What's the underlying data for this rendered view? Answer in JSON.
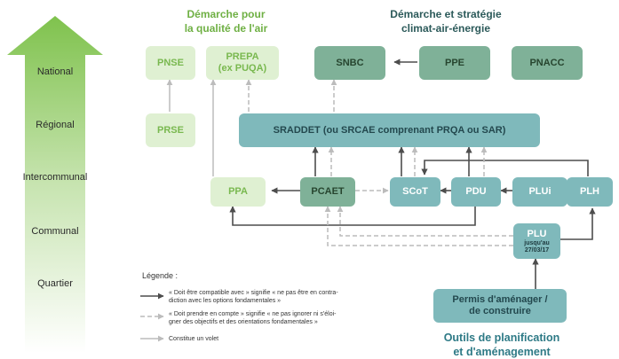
{
  "levels": [
    "National",
    "Régional",
    "Intercommunal",
    "Communal",
    "Quartier"
  ],
  "headers": {
    "air": "Démarche pour\nla qualité de l'air",
    "climat": "Démarche et stratégie\nclimat-air-énergie",
    "outils": "Outils de planification\net d'aménagement"
  },
  "boxes": {
    "pnse": "PNSE",
    "prepa": "PREPA\n(ex PUQA)",
    "snbc": "SNBC",
    "ppe": "PPE",
    "pnacc": "PNACC",
    "prse": "PRSE",
    "sraddet": "SRADDET (ou SRCAE comprenant PRQA ou SAR)",
    "ppa": "PPA",
    "pcaet": "PCAET",
    "scot": "SCoT",
    "pdu": "PDU",
    "plui": "PLUi",
    "plh": "PLH",
    "plu": "PLU",
    "plu_note": "jusqu'au\n27/03/17",
    "permis": "Permis d'aménager /\nde construire"
  },
  "legend": {
    "title": "Légende :",
    "compatible": "« Doit être compatible avec » signifie « ne pas être en contra-\ndiction avec les options fondamentales »",
    "prendre_compte": "« Doit prendre en compte » signifie « ne pas ignorer ni s'éloi-\ngner des objectifs et des orientations fondamentales »",
    "volet": "Constitue un volet"
  },
  "colors": {
    "light_green": "#dff0d2",
    "dark_green": "#7fb198",
    "teal": "#7fb9bb",
    "arrow": "#4d4d4d",
    "arrow_dashed": "#bcbcbc",
    "arrow_light": "#b9b9b9",
    "scale_arrow_top": "#7fc24d",
    "scale_arrow_bottom": "#ffffff"
  }
}
